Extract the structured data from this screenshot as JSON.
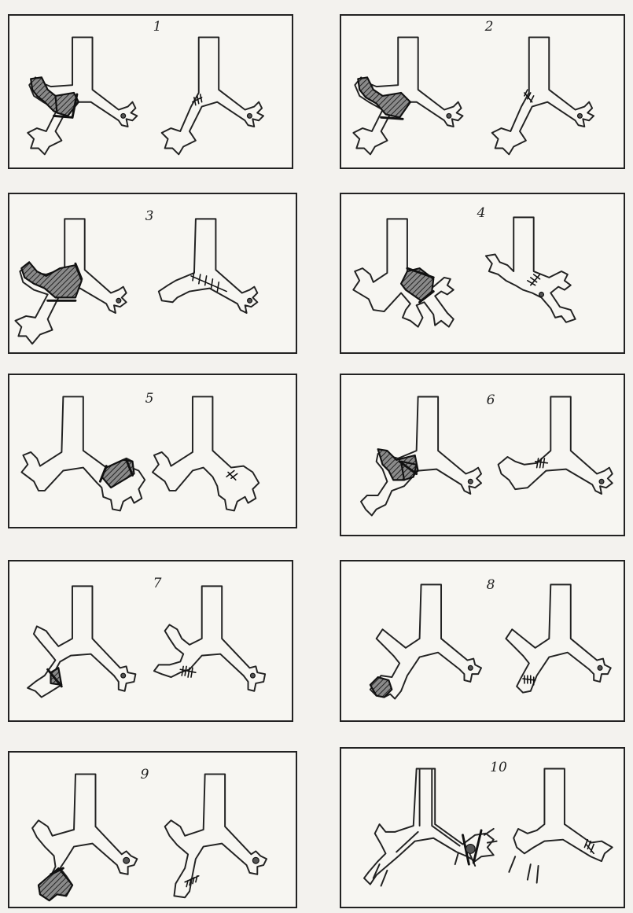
{
  "figure": {
    "panels": [
      {
        "label": "1",
        "shows": "resection-and-anastomosis"
      },
      {
        "label": "2",
        "shows": "resection-and-anastomosis"
      },
      {
        "label": "3",
        "shows": "resection-and-anastomosis"
      },
      {
        "label": "4",
        "shows": "resection-and-anastomosis"
      },
      {
        "label": "5",
        "shows": "resection-and-anastomosis"
      },
      {
        "label": "6",
        "shows": "resection-and-anastomosis"
      },
      {
        "label": "7",
        "shows": "resection-and-anastomosis"
      },
      {
        "label": "8",
        "shows": "resection-and-anastomosis"
      },
      {
        "label": "9",
        "shows": "resection-and-anastomosis"
      },
      {
        "label": "10",
        "shows": "resection-and-anastomosis"
      }
    ]
  },
  "colors": {
    "ink": "#222222",
    "paper": "#f7f6f2",
    "hatch": "#555555"
  }
}
